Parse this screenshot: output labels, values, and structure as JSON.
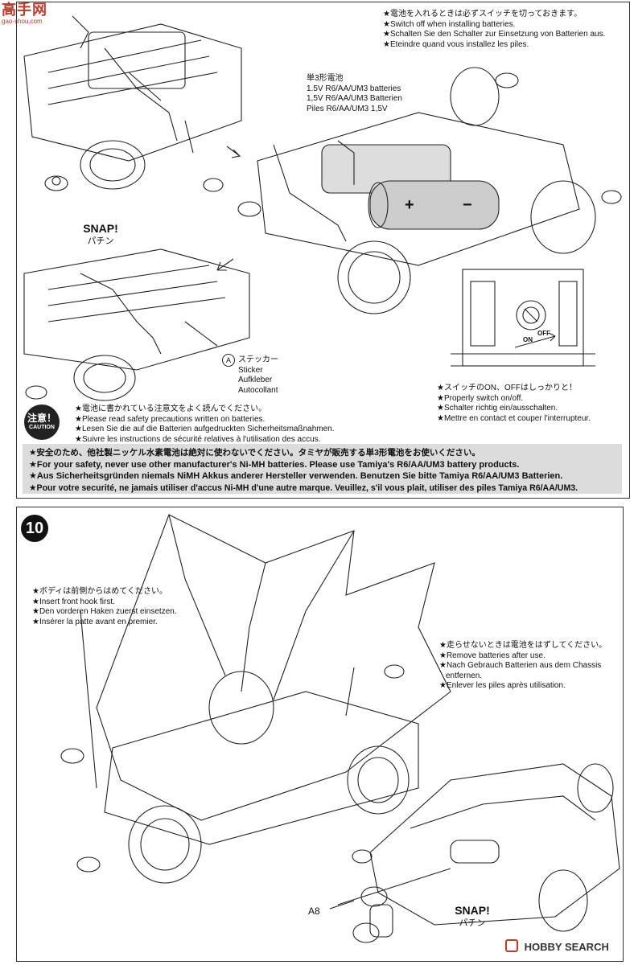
{
  "watermark": {
    "logo_text": "高手网",
    "logo_sub": "gao-shou.com"
  },
  "top_panel": {
    "switch_note": [
      "★電池を入れるときは必ずスイッチを切っておきます。",
      "★Switch off when installing batteries.",
      "★Schalten Sie den Schalter zur Einsetzung von Batterien aus.",
      "★Eteindre quand vous installez les piles."
    ],
    "battery_label": [
      "単3形電池",
      "1.5V R6/AA/UM3 batteries",
      "1,5V R6/AA/UM3 Batterien",
      "Piles R6/AA/UM3 1,5V"
    ],
    "battery_plus": "+",
    "battery_minus": "−",
    "snap": {
      "en": "SNAP!",
      "jp": "パチン"
    },
    "sticker_marker": "A",
    "sticker_label": [
      "ステッカー",
      "Sticker",
      "Aufkleber",
      "Autocollant"
    ],
    "switch_on": "ON",
    "switch_off": "OFF",
    "onoff_note": [
      "★スイッチのON、OFFはしっかりと！",
      "★Properly switch on/off.",
      "★Schalter richtig ein/ausschalten.",
      "★Mettre en contact et couper l'interrupteur."
    ],
    "caution_badge": {
      "jp": "注意！",
      "en": "CAUTION"
    },
    "caution_note": [
      "★電池に書かれている注意文をよく読んでください。",
      "★Please read safety precautions written on batteries.",
      "★Lesen Sie die auf die Batterien aufgedruckten Sicherheitsmaßnahmen.",
      "★Suivre les instructions de sécurité relatives à l'utilisation des accus."
    ],
    "warning_bar": [
      "★安全のため、他社製ニッケル水素電池は絶対に使わないでください。タミヤが販売する単3形電池をお使いください。",
      "★For your safety, never use other manufacturer's Ni-MH batteries. Please use Tamiya's R6/AA/UM3 battery products.",
      "★Aus Sicherheitsgründen niemals NiMH Akkus anderer Hersteller verwenden. Benutzen Sie bitte Tamiya R6/AA/UM3 Batterien.",
      "★Pour votre securité, ne jamais utiliser d'accus Ni-MH d'une autre marque. Veuillez, s'il vous plait, utiliser des piles Tamiya R6/AA/UM3."
    ]
  },
  "step10": {
    "number": "10",
    "front_hook_note": [
      "★ボディは前側からはめてください。",
      "★Insert front hook first.",
      "★Den vorderen Haken zuerst einsetzen.",
      "★Insérer la patte avant en premier."
    ],
    "remove_note": [
      "★走らせないときは電池をはずしてください。",
      "★Remove batteries after use.",
      "★Nach Gebrauch Batterien aus dem Chassis",
      "entfernen.",
      "★Enlever les piles après utilisation."
    ],
    "part_label": "A8",
    "snap": {
      "en": "SNAP!",
      "jp": "パチン"
    }
  },
  "footer": {
    "text": "HOBBY SEARCH"
  }
}
